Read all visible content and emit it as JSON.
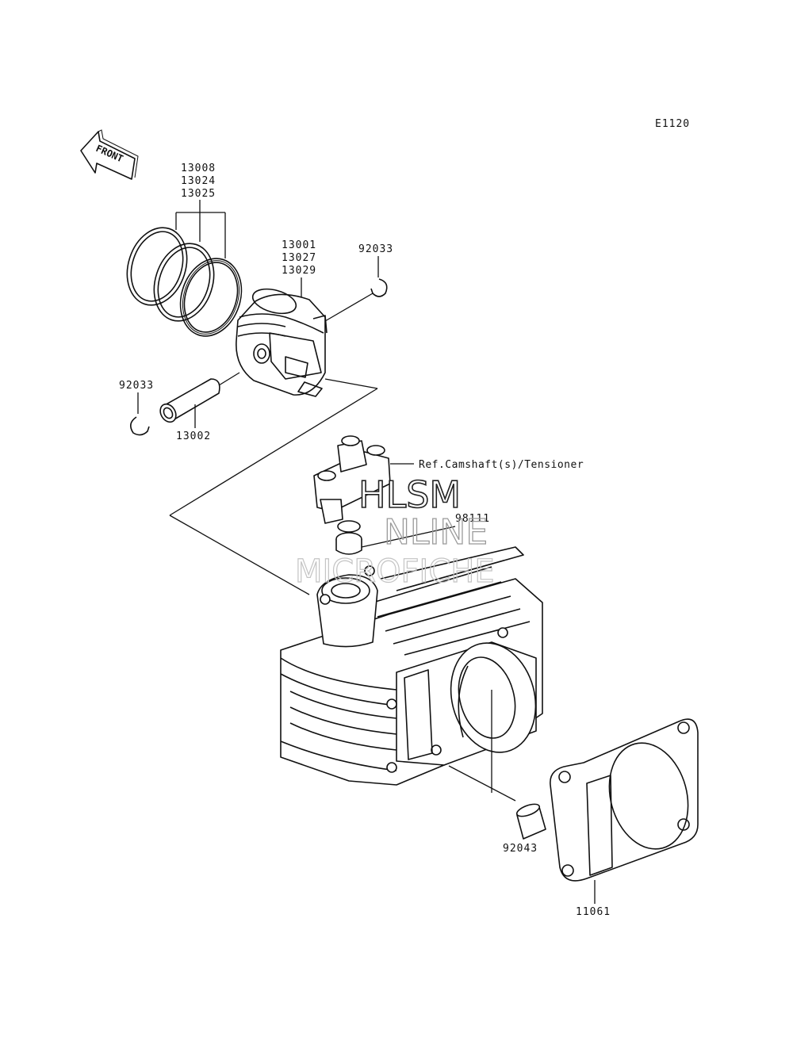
{
  "diagram_code": "E1120",
  "front_label": "FRONT",
  "watermark": {
    "line1": "HLSM",
    "line2": "NLINE",
    "line3": "MICROFICHE"
  },
  "parts": {
    "rings": [
      "13008",
      "13024",
      "13025"
    ],
    "piston": [
      "13001",
      "13027",
      "13029"
    ],
    "clip_right": "92033",
    "clip_left": "92033",
    "pin": "13002",
    "oring": "98111",
    "dowel": "92043",
    "gasket": "11061"
  },
  "reference": "Ref.Camshaft(s)/Tensioner",
  "colors": {
    "line": "#111111",
    "background": "#ffffff"
  }
}
